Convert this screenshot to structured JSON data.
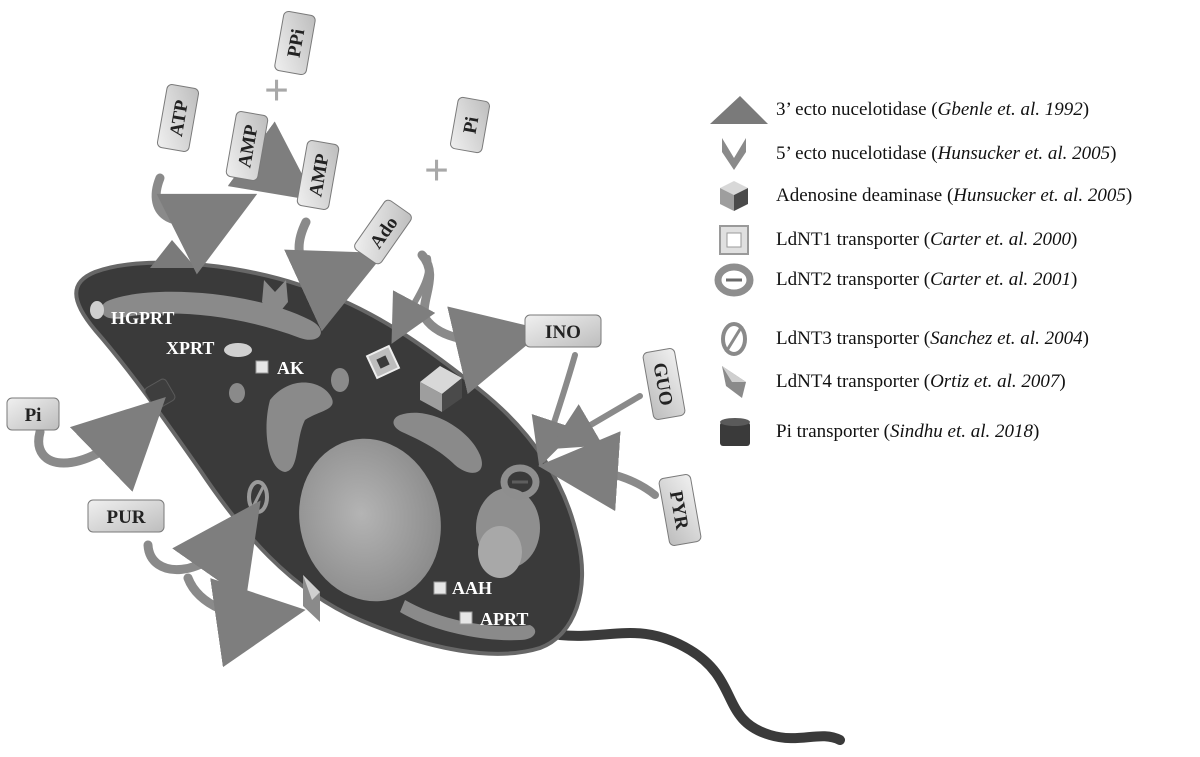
{
  "colors": {
    "cell_body": "#3a3a3a",
    "cell_edge": "#6a6a6a",
    "organelle": "#8c8c8c",
    "nucleus": "#a5a5a5",
    "arrow": "#8a8a8a",
    "box_fill": "#d9d9d9",
    "box_edge": "#7a7a7a",
    "internal_text": "#ffffff"
  },
  "metabolites": {
    "atp": "ATP",
    "ppi": "PPi",
    "plus_sign": "+",
    "amp_1": "AMP",
    "amp_2": "AMP",
    "ado": "Ado",
    "pi_top": "Pi",
    "ino": "INO",
    "guo": "GUO",
    "pyr": "PYR",
    "pi_left": "Pi",
    "pur": "PUR"
  },
  "enzymes": {
    "hgprt": "HGPRT",
    "xprt": "XPRT",
    "ak": "AK",
    "aah": "AAH",
    "aprt": "APRT"
  },
  "legend": [
    {
      "icon": "triangle-up-icon",
      "name": "3’ ecto nucelotidase",
      "ref": "Gbenle et. al. 1992"
    },
    {
      "icon": "chevron-down-icon",
      "name": "5’ ecto nucelotidase",
      "ref": "Hunsucker et. al. 2005"
    },
    {
      "icon": "cube-icon",
      "name": "Adenosine deaminase",
      "ref": "Hunsucker et. al. 2005"
    },
    {
      "icon": "square-frame-icon",
      "name": "LdNT1 transporter",
      "ref": "Carter et. al. 2000"
    },
    {
      "icon": "ring-icon",
      "name": "LdNT2 transporter",
      "ref": "Carter et. al. 2001"
    },
    {
      "icon": "no-entry-icon",
      "name": "LdNT3 transporter",
      "ref": "Sanchez et. al. 2004"
    },
    {
      "icon": "diamond-icon",
      "name": "LdNT4 transporter",
      "ref": "Ortiz et. al. 2007"
    },
    {
      "icon": "cylinder-icon",
      "name": "Pi transporter",
      "ref": "Sindhu et. al. 2018"
    }
  ]
}
